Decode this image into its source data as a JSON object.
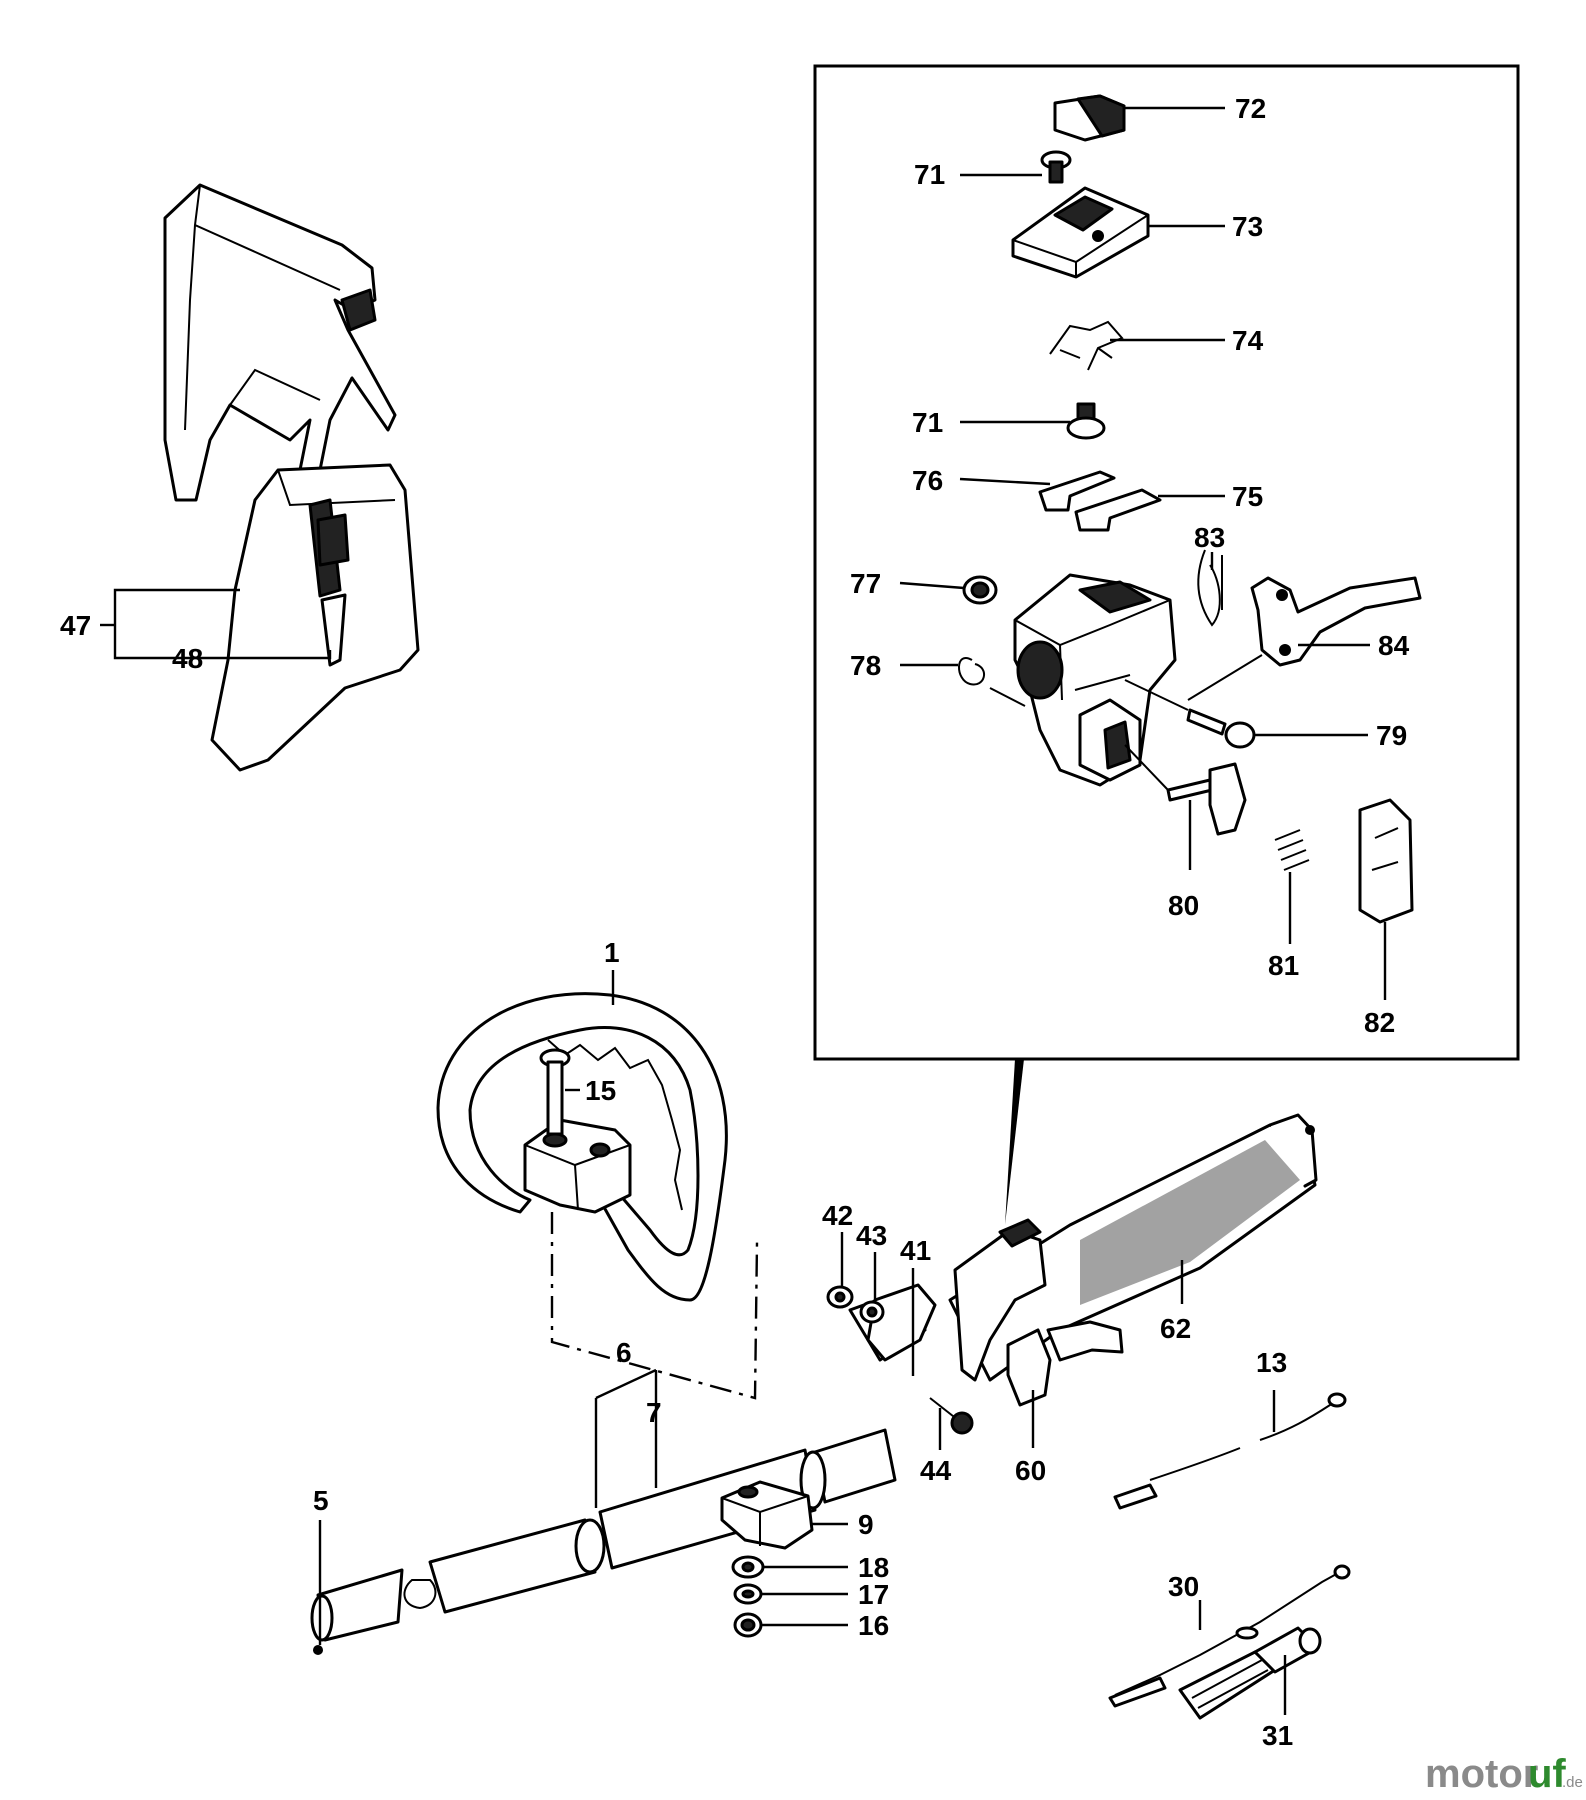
{
  "labels": {
    "p1": "1",
    "p5": "5",
    "p6": "6",
    "p7": "7",
    "p9": "9",
    "p13": "13",
    "p15": "15",
    "p16": "16",
    "p17": "17",
    "p18": "18",
    "p30": "30",
    "p31": "31",
    "p41": "41",
    "p42": "42",
    "p43": "43",
    "p44": "44",
    "p47": "47",
    "p48": "48",
    "p60": "60",
    "p62": "62",
    "p71a": "71",
    "p71b": "71",
    "p72": "72",
    "p73": "73",
    "p74": "74",
    "p75": "75",
    "p76": "76",
    "p77": "77",
    "p78": "78",
    "p79": "79",
    "p80": "80",
    "p81": "81",
    "p82": "82",
    "p83": "83",
    "p84": "84"
  },
  "watermark": {
    "part1": "motor",
    "part2": "uf",
    "suffix": ".de"
  }
}
